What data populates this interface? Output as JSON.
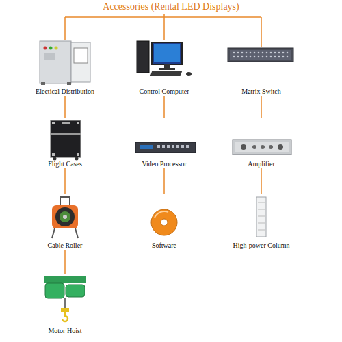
{
  "diagram": {
    "title": "Accessories (Rental LED Displays)",
    "nodes": [
      {
        "text": [
          "Electical Distribution"
        ]
      },
      {
        "text": [
          "Control Computer"
        ]
      },
      {
        "text": [
          "Matrix Switch"
        ]
      },
      {
        "text": [
          "Flight Cases"
        ]
      },
      {
        "text": [
          "Video Processor"
        ]
      },
      {
        "text": [
          "Amplifier"
        ]
      },
      {
        "text": [
          "Cable Roller"
        ]
      },
      {
        "text": [
          "Software"
        ]
      },
      {
        "text": [
          "High-power Column"
        ]
      },
      {
        "text": [
          "Motor Hoist"
        ]
      }
    ],
    "edges": [
      {
        "from": 0,
        "to": 3,
        "arrow": "none"
      },
      {
        "from": 3,
        "to": 6,
        "arrow": "none"
      },
      {
        "from": 6,
        "to": 9,
        "arrow": "none"
      },
      {
        "from": 1,
        "to": 4,
        "arrow": "none"
      },
      {
        "from": 4,
        "to": 7,
        "arrow": "none"
      },
      {
        "from": 2,
        "to": 5,
        "arrow": "none"
      },
      {
        "from": 5,
        "to": 8,
        "arrow": "none"
      }
    ]
  }
}
